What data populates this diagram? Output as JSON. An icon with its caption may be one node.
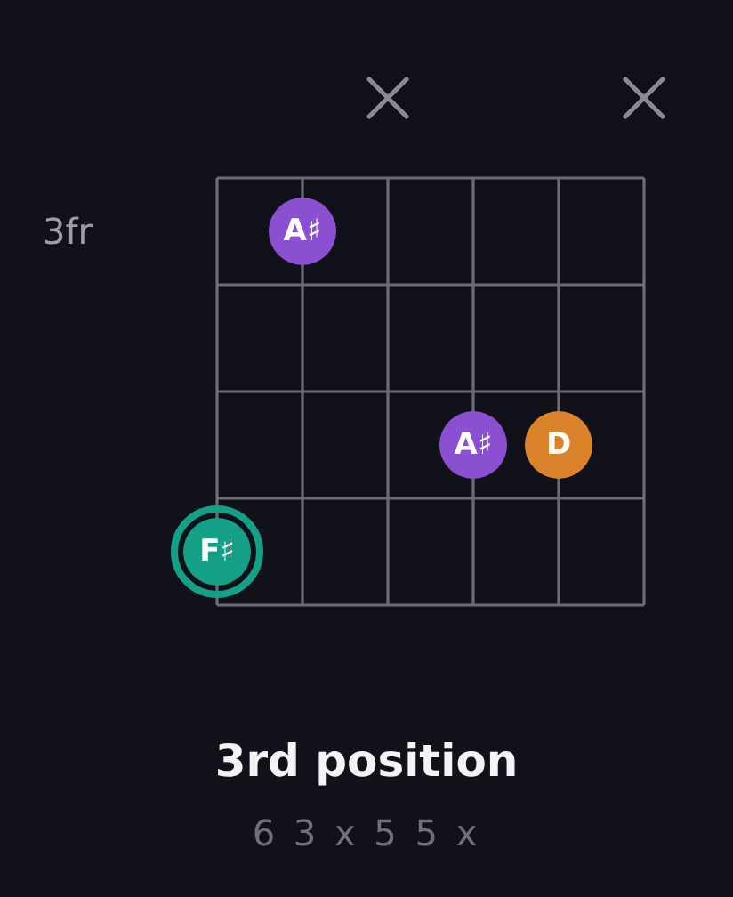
{
  "diagram": {
    "title": "3rd position",
    "caption": "6 3 x 5 5 x",
    "nodes": [
      {
        "text": [
          "A♯"
        ]
      },
      {
        "text": [
          "A♯"
        ]
      },
      {
        "text": [
          "D"
        ]
      },
      {
        "text": [
          "F♯"
        ]
      }
    ],
    "labels": [
      "3fr"
    ]
  }
}
